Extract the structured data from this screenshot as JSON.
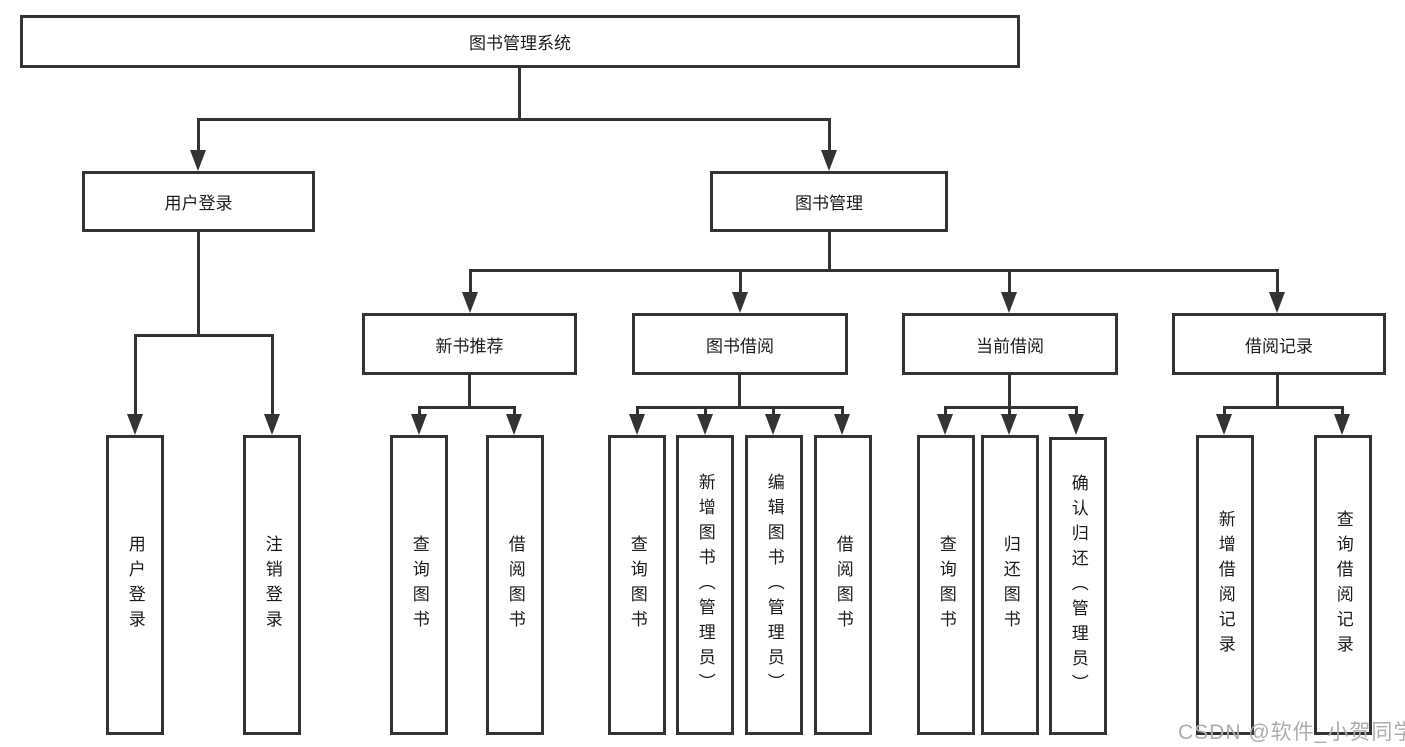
{
  "tree": {
    "root": "图书管理系统",
    "branches": [
      {
        "label": "用户登录",
        "children": [
          "用户登录",
          "注销登录"
        ]
      },
      {
        "label": "图书管理",
        "categories": [
          {
            "label": "新书推荐",
            "children": [
              "查询图书",
              "借阅图书"
            ]
          },
          {
            "label": "图书借阅",
            "children": [
              "查询图书",
              "新增图书（管理员）",
              "编辑图书（管理员）",
              "借阅图书"
            ]
          },
          {
            "label": "当前借阅",
            "children": [
              "查询图书",
              "归还图书",
              "确认归还（管理员）"
            ]
          },
          {
            "label": "借阅记录",
            "children": [
              "新增借阅记录",
              "查询借阅记录"
            ]
          }
        ]
      }
    ]
  },
  "watermark": {
    "text": "CSDN @软件_小贺同学"
  },
  "colors": {
    "line": "#333333",
    "text": "#1c1c1c",
    "background": "#ffffff",
    "watermark": "#adadad"
  }
}
